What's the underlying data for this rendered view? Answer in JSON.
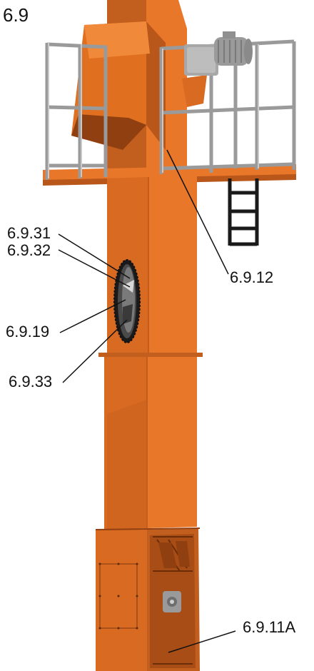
{
  "figure": {
    "number": "6.9"
  },
  "callouts": [
    {
      "id": "c1",
      "text": "6.9.31"
    },
    {
      "id": "c2",
      "text": "6.9.32"
    },
    {
      "id": "c3",
      "text": "6.9.12"
    },
    {
      "id": "c4",
      "text": "6.9.19"
    },
    {
      "id": "c5",
      "text": "6.9.33"
    },
    {
      "id": "c6",
      "text": "6.9.11A"
    }
  ],
  "colors": {
    "body": "#E8772A",
    "body_light": "#F08A3A",
    "body_dark": "#B9561A",
    "body_darker": "#8F3F10",
    "frame": "#9A9A9A",
    "frame_light": "#C9C9C9",
    "motor": "#A8A8A8",
    "ladder": "#1A1A1A",
    "leader": "#111111"
  }
}
